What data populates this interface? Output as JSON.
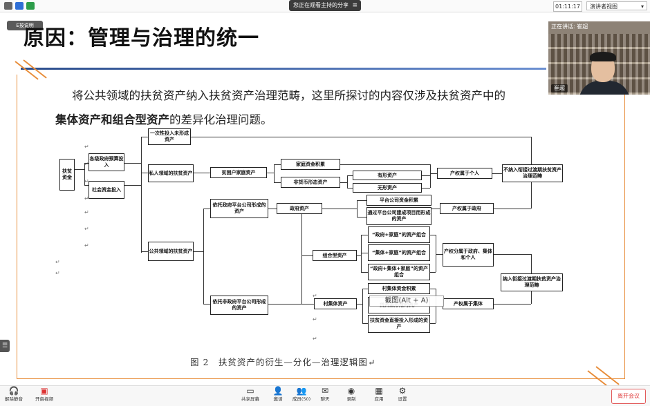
{
  "status_bar": {
    "share_indicator": "您正在观看主持的分享",
    "share_menu": "≡",
    "timer": "01:11:17",
    "speaker_view": "演讲者视图",
    "speaker_view_arrow": "▾",
    "recording_label": "E按说明"
  },
  "slide": {
    "title": "原因：管理与治理的统一",
    "paragraph_line1": "将公共领域的扶贫资产纳入扶贫资产治理范畴，这里所探讨的内容仅涉及扶贫资产中的",
    "paragraph_line2_bold": "集体资产和组合型资产",
    "paragraph_line2_rest": "的差异化治理问题。",
    "caption": "图 2　扶贫资产的衍生—分化—治理逻辑图↵",
    "return_marks": [
      "↵",
      "↵",
      "↵",
      "↵",
      "↵",
      "↵",
      "↵",
      "↵",
      "↵",
      "↵",
      "↵",
      "↵",
      "↵",
      "↵"
    ]
  },
  "diagram": {
    "boxes": {
      "root": "扶贫资金",
      "gov_budget": "各级政府预算投入",
      "social_funds": "社会资金投入",
      "one_time": "一次性投入未形成资产",
      "private_domain": "私人领域的扶贫资产",
      "poor_household": "贫困户家庭资产",
      "family_capital": "家庭资金积累",
      "non_monetary": "非货币形态资产",
      "tangible": "有形资产",
      "intangible": "无形资产",
      "property_individual": "产权属于个人",
      "not_included": "不纳入衔接过渡期扶贫资产治理范畴",
      "platform_gov": "依托政府平台公司形成的资产",
      "gov_asset": "政府资产",
      "platform_capital": "平台公司资金积累",
      "platform_project": "通过平台公司建成项目而形成的资产",
      "property_gov": "产权属于政府",
      "public_domain": "公共领域的扶贫资产",
      "combo_asset": "组合型资产",
      "combo_gov_family": "“政府+家庭”的资产组合",
      "combo_collective_family": "“集体+家庭”的资产组合",
      "combo_all": "“政府+集体+家庭”的资产组合",
      "property_split": "产权分属于政府、集体和个人",
      "included": "纳入衔接过渡期扶贫资产治理范畴",
      "non_platform": "依托非政府平台公司形成的资产",
      "village_asset": "村集体资产",
      "village_capital": "村集体资金积累",
      "fund_loan": "贷资金形成的资产",
      "direct_invest": "扶贫资金直接投入形成的资产",
      "property_collective": "产权属于集体"
    },
    "screenshot_hint": "截图(Alt + A)"
  },
  "video": {
    "title": "正在讲话: 崔超",
    "name": "崔超"
  },
  "toolbar": {
    "audio": "解除静音",
    "video": "开启视频",
    "share": "共享屏幕",
    "invite": "邀请",
    "members": "成员(50)",
    "chat": "聊天",
    "record": "录制",
    "apps": "应用",
    "settings": "设置",
    "end": "离开会议"
  },
  "colors": {
    "accent_orange": "#e88d3a",
    "title_rule": "#2b4d8c",
    "end_red": "#e04040"
  }
}
